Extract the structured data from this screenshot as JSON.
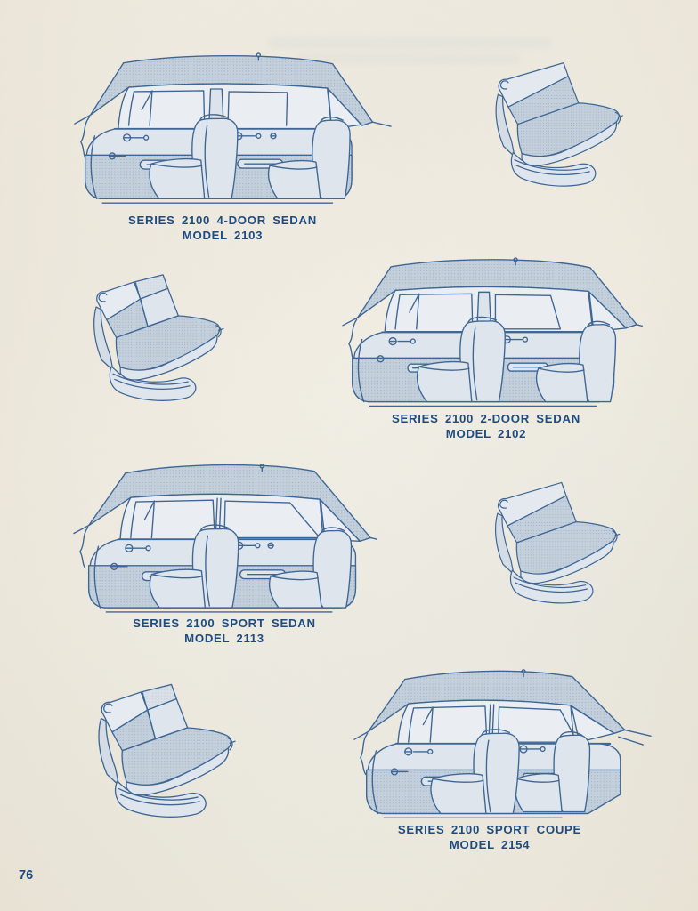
{
  "page": {
    "number": "76"
  },
  "palette": {
    "paper": "#efebe0",
    "line_blue": "#3f6795",
    "fill_light": "#dfe5ec",
    "fill_medium": "#c3cfdb",
    "window_tint": "#eaeef2",
    "caption_navy": "#1f4c7f"
  },
  "captions": {
    "four_door": {
      "line1": "SERIES 2100 4-DOOR SEDAN",
      "line2": "MODEL 2103"
    },
    "two_door": {
      "line1": "SERIES 2100 2-DOOR SEDAN",
      "line2": "MODEL 2102"
    },
    "sport_sedan": {
      "line1": "SERIES 2100 SPORT SEDAN",
      "line2": "MODEL 2113"
    },
    "sport_coupe": {
      "line1": "SERIES 2100 SPORT COUPE",
      "line2": "MODEL 2154"
    }
  },
  "illustrations": {
    "four_door": "4-door sedan interior cutaway drawing",
    "two_door": "2-door sedan interior cutaway drawing",
    "sport_sedan": "sport sedan interior cutaway drawing",
    "sport_coupe": "sport coupe interior cutaway drawing",
    "bench_band": "front bench seat, horizontal two-tone upholstery",
    "bench_split": "front bench seat, split two-tone upholstery"
  }
}
